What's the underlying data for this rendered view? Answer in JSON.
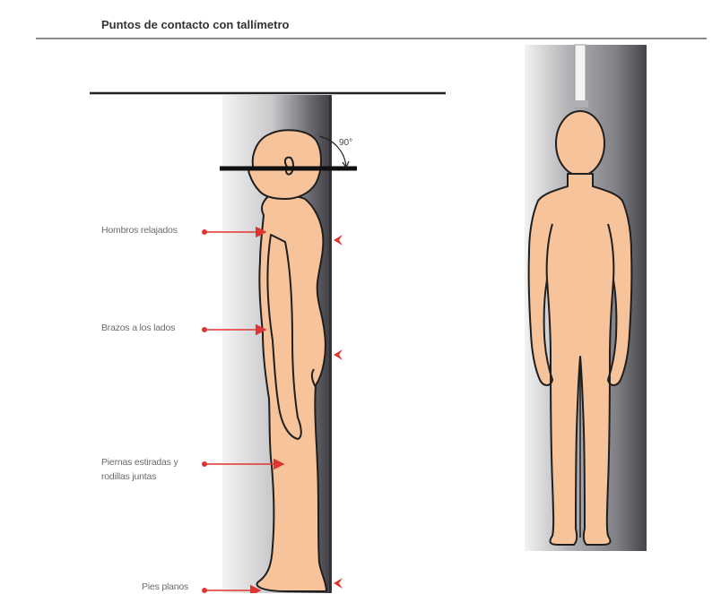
{
  "title": "Puntos de contacto con tallímetro",
  "angle_label": "90°",
  "labels": {
    "shoulders": "Hombros relajados",
    "arms": "Brazos a los lados",
    "legs_line1": "Piernas estiradas y",
    "legs_line2": "rodillas juntas",
    "feet": "Pies planos"
  },
  "colors": {
    "skin": "#f6c39b",
    "outline": "#1f1f1f",
    "arrow": "#e0342f",
    "stadiometer_dark": "#3e3e44",
    "stadiometer_light": "#f2f2f2"
  }
}
